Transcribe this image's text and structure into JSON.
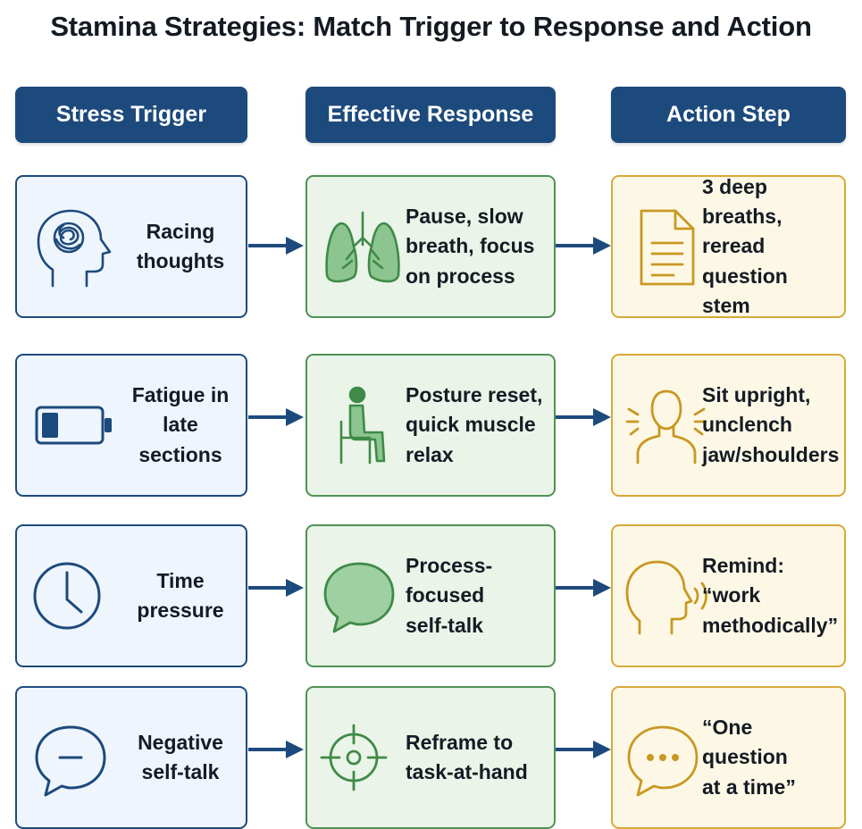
{
  "title": "Stamina Strategies: Match Trigger to Response and Action",
  "headers": {
    "trigger": "Stress Trigger",
    "response": "Effective Response",
    "action": "Action Step"
  },
  "colors": {
    "navy": "#1d4a7c",
    "green": "#4e9254",
    "gold": "#d7a93a"
  },
  "rows": [
    {
      "trigger": {
        "icon": "head-tangled-thoughts-icon",
        "text": "Racing\nthoughts"
      },
      "response": {
        "icon": "lungs-icon",
        "text": "Pause, slow\nbreath, focus\non process"
      },
      "action": {
        "icon": "document-icon",
        "text": "3 deep breaths,\nreread question\nstem"
      }
    },
    {
      "trigger": {
        "icon": "low-battery-icon",
        "text": "Fatigue in\nlate sections"
      },
      "response": {
        "icon": "seated-person-icon",
        "text": "Posture reset,\nquick muscle\nrelax"
      },
      "action": {
        "icon": "person-tension-icon",
        "text": "Sit upright,\nunclench\njaw/shoulders"
      }
    },
    {
      "trigger": {
        "icon": "clock-icon",
        "text": "Time\npressure"
      },
      "response": {
        "icon": "speech-bubble-icon",
        "text": "Process-focused\nself-talk"
      },
      "action": {
        "icon": "speaking-head-icon",
        "text": "Remind:\n“work\nmethodically”"
      }
    },
    {
      "trigger": {
        "icon": "minus-bubble-icon",
        "text": "Negative\nself-talk"
      },
      "response": {
        "icon": "target-icon",
        "text": "Reframe to\ntask-at-hand"
      },
      "action": {
        "icon": "ellipsis-bubble-icon",
        "text": "“One question\nat a time”"
      }
    }
  ]
}
